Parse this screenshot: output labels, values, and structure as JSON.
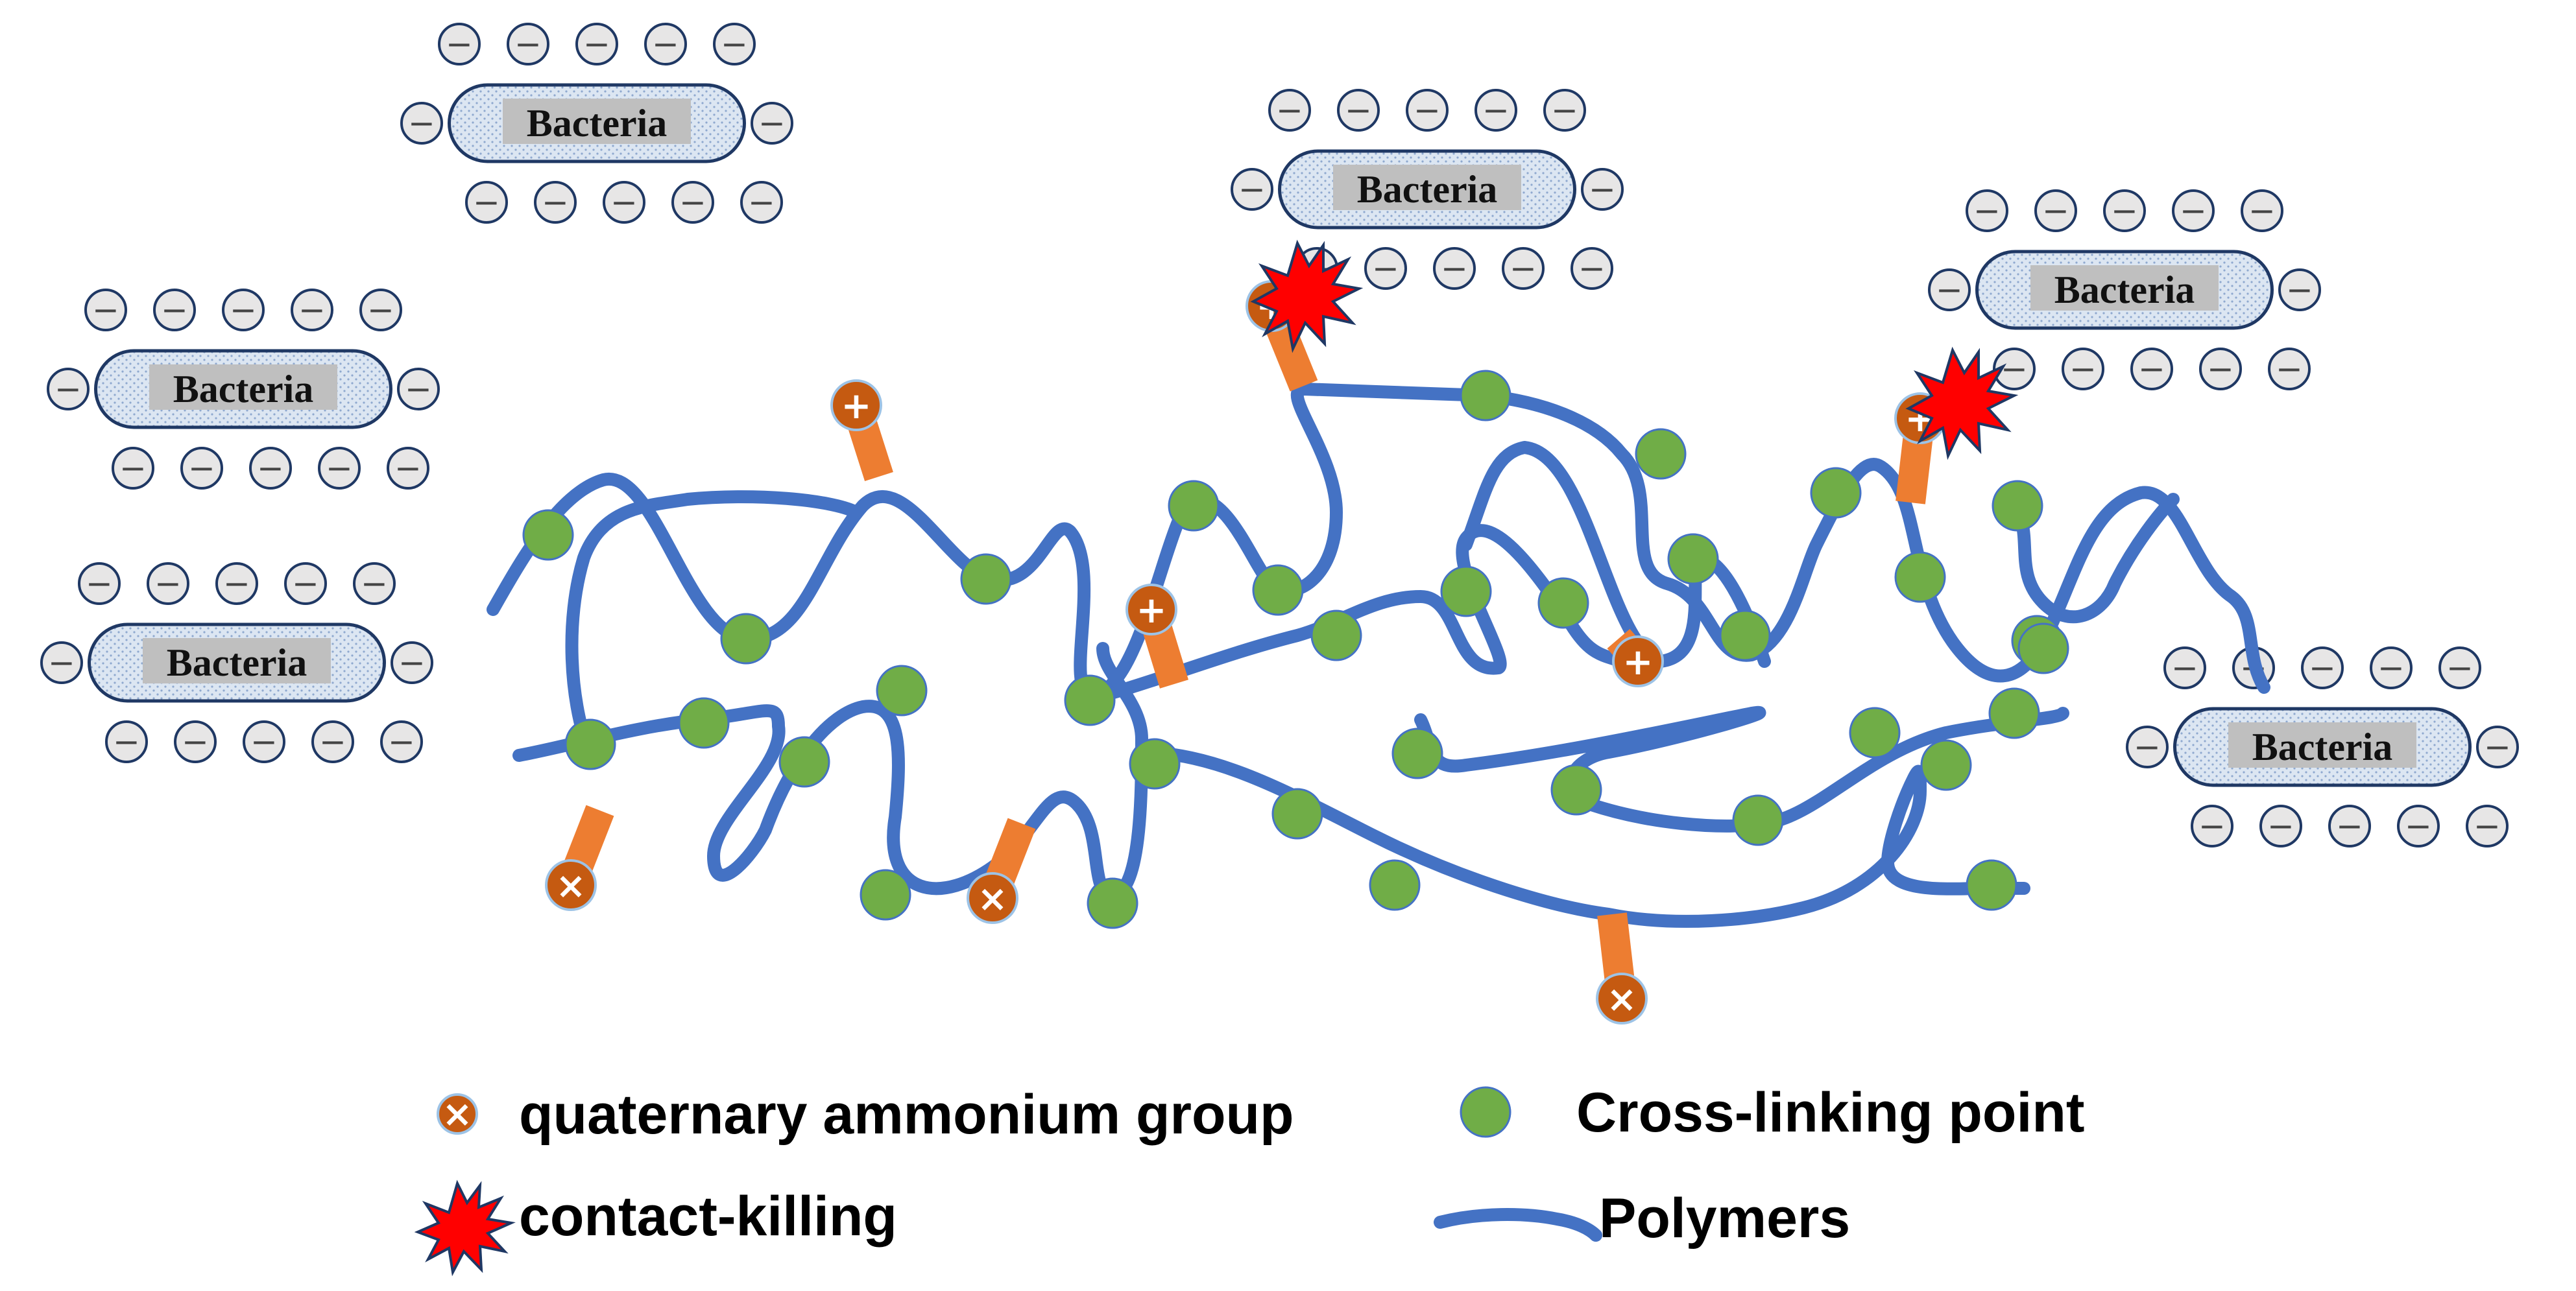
{
  "bacteria": [
    {
      "label": "Bacteria",
      "charge": "−"
    },
    {
      "label": "Bacteria",
      "charge": "−"
    },
    {
      "label": "Bacteria",
      "charge": "−"
    },
    {
      "label": "Bacteria",
      "charge": "−"
    },
    {
      "label": "Bacteria",
      "charge": "−"
    },
    {
      "label": "Bacteria",
      "charge": "−"
    }
  ],
  "groups": [
    {
      "sign": "+"
    },
    {
      "sign": "+"
    },
    {
      "sign": "+"
    },
    {
      "sign": "×"
    },
    {
      "sign": "×"
    },
    {
      "sign": "×"
    },
    {
      "sign": "+"
    },
    {
      "sign": "+"
    }
  ],
  "legend": {
    "quat_label": "quaternary ammonium group",
    "quat_symbol": "×",
    "kill_label": "contact-killing",
    "crosslink_label": "Cross-linking point",
    "polymer_label": "Polymers"
  },
  "colors": {
    "polymer": "#4472C4",
    "crosslink": "#70AD47",
    "group_ball": "#C55A11",
    "group_stem": "#ED7D31",
    "burst": "#FF0000",
    "cell_fill": "#DCE6F2",
    "charge_fill": "#E7E6E6"
  }
}
